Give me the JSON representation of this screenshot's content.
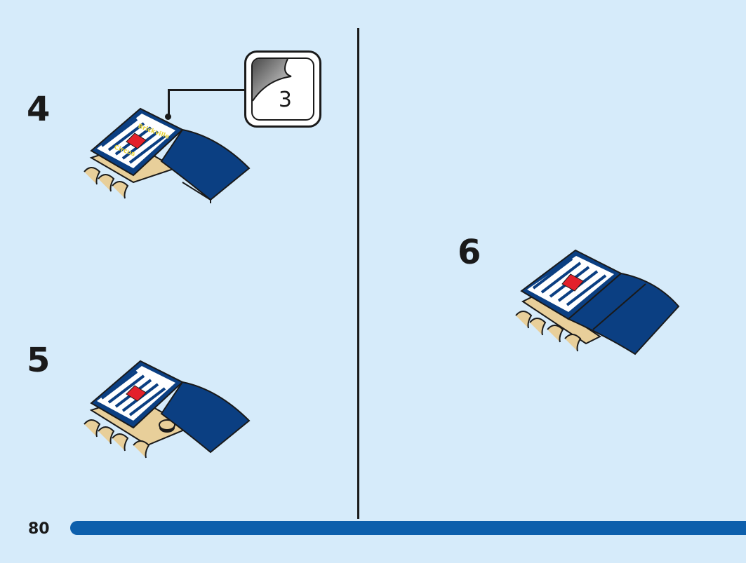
{
  "steps": [
    {
      "number": "4"
    },
    {
      "number": "5"
    },
    {
      "number": "6"
    }
  ],
  "sticker_callout": {
    "number": "3",
    "icon": "sticker-peel-icon"
  },
  "sticker_text": {
    "line1": "Brickville",
    "line2": "Circus"
  },
  "page": {
    "number": "80"
  },
  "colors": {
    "background": "#d6ebfa",
    "dark_blue": "#0b3f82",
    "tan": "#e8cf9a",
    "red": "#e3202a",
    "yellow": "#e8d43a",
    "bar": "#0d5fac"
  }
}
